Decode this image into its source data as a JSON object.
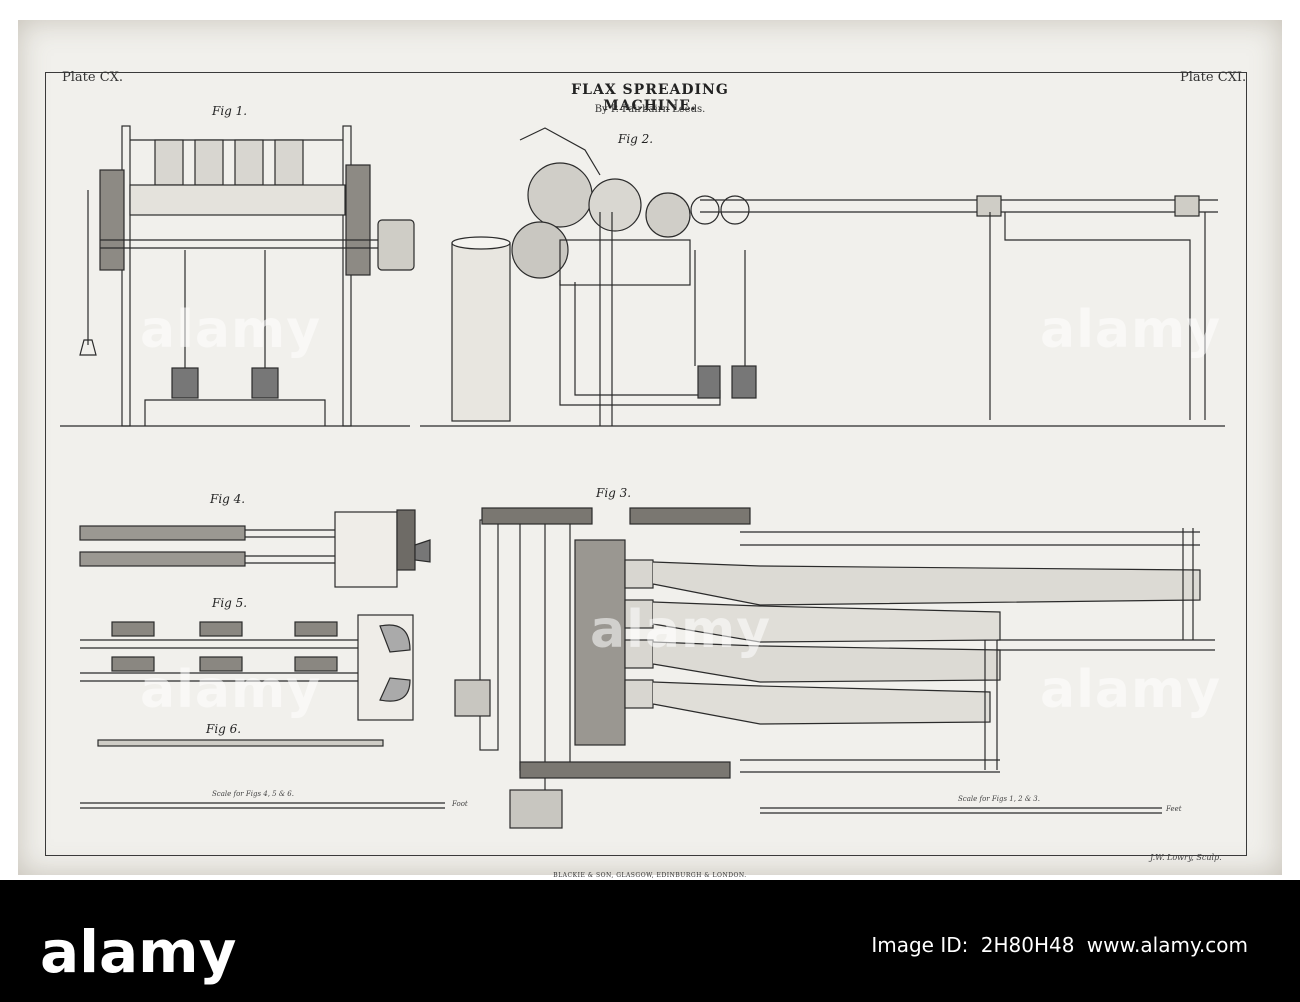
{
  "header": {
    "plate_left": "Plate CX.",
    "plate_right": "Plate CXI.",
    "title": "FLAX SPREADING MACHINE.",
    "subtitle": "By P. Fairbairn Leeds."
  },
  "figures": {
    "fig1": "Fig 1.",
    "fig2": "Fig 2.",
    "fig3": "Fig 3.",
    "fig4": "Fig 4.",
    "fig5": "Fig 5.",
    "fig6": "Fig 6."
  },
  "scales": {
    "left_caption": "Scale for Figs 4, 5 & 6.",
    "left_unit": "Foot",
    "right_caption": "Scale for Figs 1, 2 & 3.",
    "right_unit": "Feet"
  },
  "imprint": "BLACKIE & SON, GLASGOW, EDINBURGH & LONDON.",
  "engraver": "J.W. Lowry, Sculp.",
  "watermark": "alamy",
  "footer": {
    "brand": "alamy",
    "image_id_label": "Image ID:",
    "image_id": "2H80H48",
    "site": "www.alamy.com"
  }
}
